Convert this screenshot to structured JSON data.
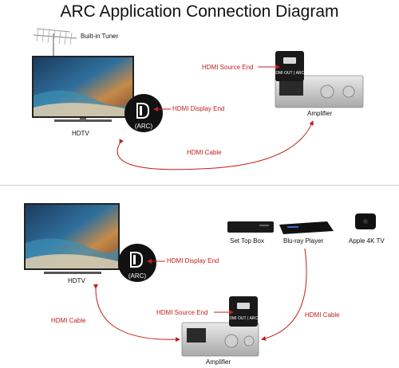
{
  "title": "ARC Application Connection Diagram",
  "top": {
    "tuner_label": "Built-in Tuner",
    "hdtv_label": "HDTV",
    "hdmi_display_end": "HDMI Display End",
    "hdmi_source_end": "HDMI Source End",
    "amplifier_label": "Amplifier",
    "hdmi_cable": "HDMI Cable",
    "arc_badge": "(ARC)",
    "hdmi_out_port": "HDMI OUT ( ARC )"
  },
  "bottom": {
    "set_top_box_label": "Set Top Box",
    "bluray_label": "Blu-ray Player",
    "apple_tv_label": "Apple 4K TV",
    "hdtv_label": "HDTV",
    "hdmi_display_end": "HDMI Display End",
    "hdmi_source_end": "HDMI Source End",
    "amplifier_label": "Amplifier",
    "hdmi_cable_left": "HDMI Cable",
    "hdmi_cable_right": "HDMI Cable",
    "arc_badge": "(ARC)",
    "hdmi_out_port": "HDMI OUT ( ARC )"
  },
  "colors": {
    "accent_red": "#c0201e",
    "divider": "#cfcfcf"
  }
}
